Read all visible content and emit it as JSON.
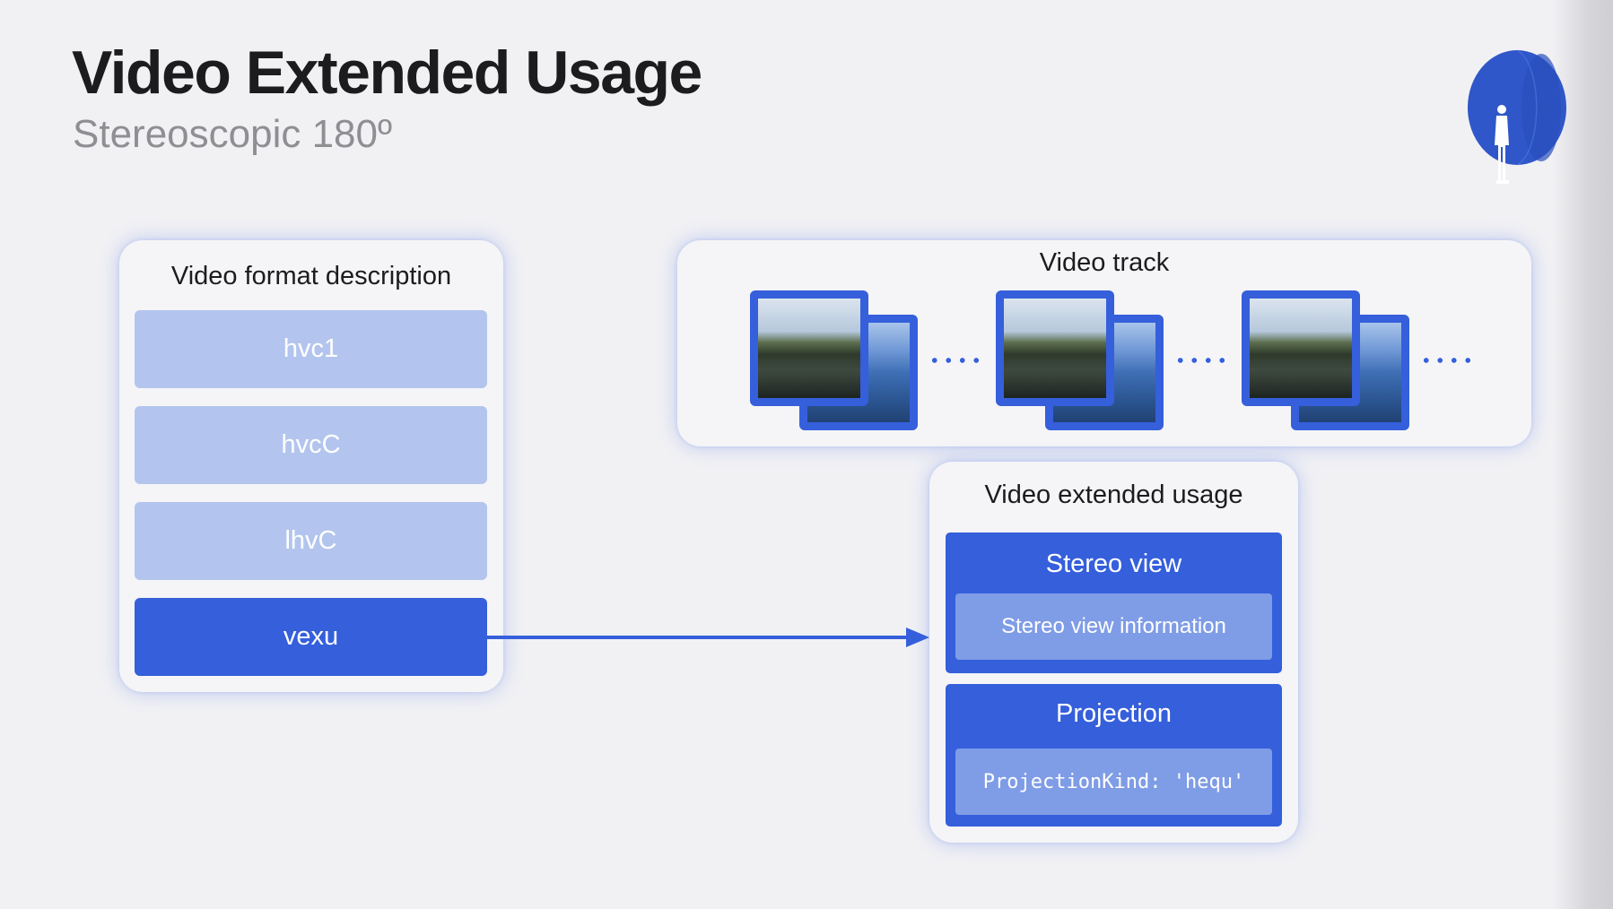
{
  "slide": {
    "title": "Video Extended Usage",
    "subtitle": "Stereoscopic 180º"
  },
  "format_description": {
    "title": "Video format description",
    "boxes": [
      "hvc1",
      "hvcC",
      "lhvC",
      "vexu"
    ],
    "highlighted": "vexu"
  },
  "video_track": {
    "title": "Video track",
    "frame_pairs": 3
  },
  "extended_usage": {
    "title": "Video extended usage",
    "stereo_view": {
      "label": "Stereo view",
      "detail": "Stereo view information"
    },
    "projection": {
      "label": "Projection",
      "detail": "ProjectionKind: 'hequ'"
    }
  },
  "colors": {
    "accent": "#355fdb",
    "muted_box": "#b3c5ee",
    "inner_box": "#7f9ce6",
    "background": "#f1f1f4"
  },
  "icons": [
    "stereo-dome-viewer-icon",
    "arrow-right-icon"
  ]
}
